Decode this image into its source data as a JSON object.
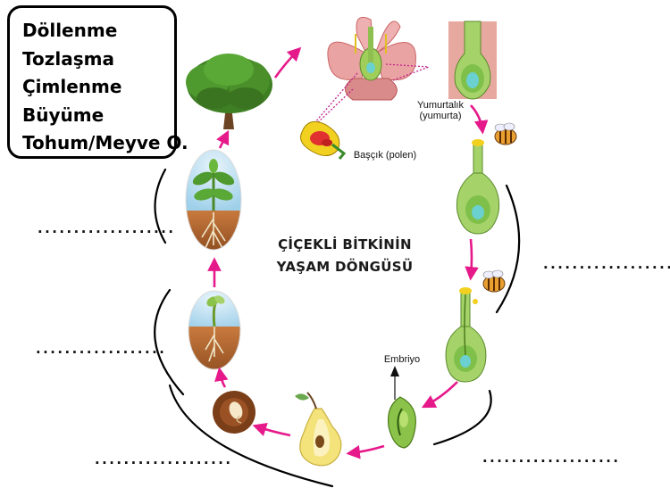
{
  "word_box": {
    "items": [
      "Döllenme",
      "Tozlaşma",
      "Çimlenme",
      "Büyüme",
      "Tohum/Meyve O."
    ]
  },
  "diagram": {
    "title_line1": "ÇİÇEKLİ BİTKİNİN",
    "title_line2": "YAŞAM DÖNGÜSÜ",
    "label_ovary": "Yumurtalık",
    "label_ovary_sub": "(yumurta)",
    "label_pollen": "Başçık (polen)",
    "label_embryo": "Embriyo"
  },
  "blanks": {
    "left_upper": "...................",
    "left_lower": "..................",
    "bottom_left": "...................",
    "right_upper": "...................",
    "bottom_right": "..................."
  },
  "colors": {
    "arrow": "#e6198b",
    "tree": "#4a8a2a",
    "flower_petal": "#e8a0a0",
    "ovary_green": "#8bc34a"
  }
}
